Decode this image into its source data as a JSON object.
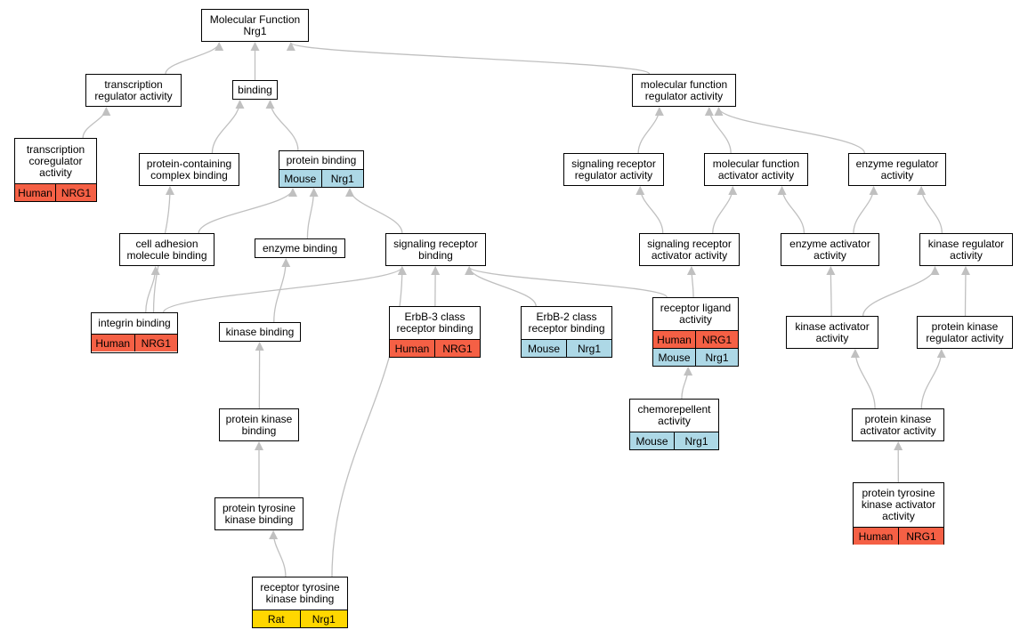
{
  "colors": {
    "edge": "#c0c0c0",
    "Human": "#f56045",
    "Mouse": "#add8e6",
    "Rat": "#ffd700"
  },
  "nodes": [
    {
      "id": "mf",
      "label": "Molecular Function\nNrg1"
    },
    {
      "id": "tra",
      "label": "transcription\nregulator activity"
    },
    {
      "id": "binding",
      "label": "binding"
    },
    {
      "id": "mfra",
      "label": "molecular function\nregulator activity"
    },
    {
      "id": "tca",
      "label": "transcription\ncoregulator\nactivity",
      "tags": [
        {
          "species": "Human",
          "gene": "NRG1"
        }
      ]
    },
    {
      "id": "pcb",
      "label": "protein-containing\ncomplex binding"
    },
    {
      "id": "pb",
      "label": "protein binding",
      "tags": [
        {
          "species": "Mouse",
          "gene": "Nrg1"
        }
      ]
    },
    {
      "id": "srra",
      "label": "signaling receptor\nregulator activity"
    },
    {
      "id": "mfaa",
      "label": "molecular function\nactivator activity"
    },
    {
      "id": "era",
      "label": "enzyme regulator\nactivity"
    },
    {
      "id": "camb",
      "label": "cell adhesion\nmolecule binding"
    },
    {
      "id": "eb",
      "label": "enzyme binding"
    },
    {
      "id": "srb",
      "label": "signaling receptor\nbinding"
    },
    {
      "id": "sraa",
      "label": "signaling receptor\nactivator activity"
    },
    {
      "id": "eaa",
      "label": "enzyme activator\nactivity"
    },
    {
      "id": "kra",
      "label": "kinase regulator\nactivity"
    },
    {
      "id": "ib",
      "label": "integrin binding",
      "tags": [
        {
          "species": "Human",
          "gene": "NRG1"
        }
      ]
    },
    {
      "id": "kb",
      "label": "kinase binding"
    },
    {
      "id": "erbb3",
      "label": "ErbB-3 class\nreceptor binding",
      "tags": [
        {
          "species": "Human",
          "gene": "NRG1"
        }
      ]
    },
    {
      "id": "erbb2",
      "label": "ErbB-2 class\nreceptor binding",
      "tags": [
        {
          "species": "Mouse",
          "gene": "Nrg1"
        }
      ]
    },
    {
      "id": "rla",
      "label": "receptor ligand\nactivity",
      "tags": [
        {
          "species": "Human",
          "gene": "NRG1"
        },
        {
          "species": "Mouse",
          "gene": "Nrg1"
        }
      ]
    },
    {
      "id": "kaa",
      "label": "kinase activator\nactivity"
    },
    {
      "id": "pkra",
      "label": "protein kinase\nregulator activity"
    },
    {
      "id": "pkb",
      "label": "protein kinase\nbinding"
    },
    {
      "id": "chemo",
      "label": "chemorepellent\nactivity",
      "tags": [
        {
          "species": "Mouse",
          "gene": "Nrg1"
        }
      ]
    },
    {
      "id": "pkaa",
      "label": "protein kinase\nactivator activity"
    },
    {
      "id": "ptkb",
      "label": "protein tyrosine\nkinase binding"
    },
    {
      "id": "ptkaa",
      "label": "protein tyrosine\nkinase activator\nactivity",
      "tags": [
        {
          "species": "Human",
          "gene": "NRG1"
        }
      ]
    },
    {
      "id": "rtkb",
      "label": "receptor tyrosine\nkinase binding",
      "tags": [
        {
          "species": "Rat",
          "gene": "Nrg1"
        }
      ]
    }
  ],
  "edges": [
    {
      "from": "tra",
      "to": "mf"
    },
    {
      "from": "binding",
      "to": "mf"
    },
    {
      "from": "mfra",
      "to": "mf"
    },
    {
      "from": "tca",
      "to": "tra"
    },
    {
      "from": "pcb",
      "to": "binding"
    },
    {
      "from": "pb",
      "to": "binding"
    },
    {
      "from": "srra",
      "to": "mfra"
    },
    {
      "from": "mfaa",
      "to": "mfra"
    },
    {
      "from": "era",
      "to": "mfra"
    },
    {
      "from": "camb",
      "to": "pb"
    },
    {
      "from": "eb",
      "to": "pb"
    },
    {
      "from": "srb",
      "to": "pb"
    },
    {
      "from": "ib",
      "to": "pcb"
    },
    {
      "from": "ib",
      "to": "camb"
    },
    {
      "from": "ib",
      "to": "srb"
    },
    {
      "from": "kb",
      "to": "eb"
    },
    {
      "from": "erbb3",
      "to": "srb"
    },
    {
      "from": "erbb2",
      "to": "srb"
    },
    {
      "from": "rla",
      "to": "srb"
    },
    {
      "from": "rtkb",
      "to": "srb"
    },
    {
      "from": "sraa",
      "to": "srra"
    },
    {
      "from": "sraa",
      "to": "mfaa"
    },
    {
      "from": "eaa",
      "to": "mfaa"
    },
    {
      "from": "eaa",
      "to": "era"
    },
    {
      "from": "kra",
      "to": "era"
    },
    {
      "from": "rla",
      "to": "sraa"
    },
    {
      "from": "kaa",
      "to": "eaa"
    },
    {
      "from": "kaa",
      "to": "kra"
    },
    {
      "from": "pkra",
      "to": "kra"
    },
    {
      "from": "pkb",
      "to": "kb"
    },
    {
      "from": "chemo",
      "to": "rla"
    },
    {
      "from": "pkaa",
      "to": "kaa"
    },
    {
      "from": "pkaa",
      "to": "pkra"
    },
    {
      "from": "ptkb",
      "to": "pkb"
    },
    {
      "from": "ptkaa",
      "to": "pkaa"
    },
    {
      "from": "rtkb",
      "to": "ptkb"
    }
  ]
}
